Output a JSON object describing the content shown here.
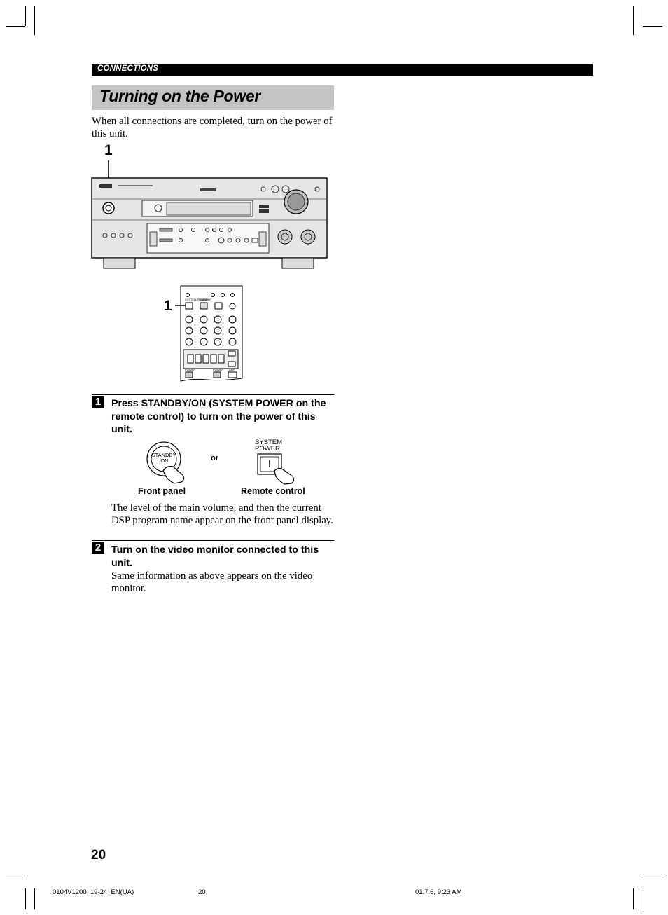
{
  "section_header": "CONNECTIONS",
  "title": "Turning on the Power",
  "intro": "When all connections are completed, turn on the power of this unit.",
  "callouts": {
    "front_panel": "1",
    "remote": "1"
  },
  "figure_labels": {
    "standby_on": "STANDBY /ON",
    "system_power": "SYSTEM POWER",
    "or": "or",
    "front_panel": "Front panel",
    "remote_control": "Remote control"
  },
  "remote_labels": {
    "system_power": "SYSTEM POWER",
    "standby": "STANDBY",
    "power": "POWER",
    "power2": "POWER",
    "amp": "AMP"
  },
  "steps": [
    {
      "number": "1",
      "title": "Press STANDBY/ON (SYSTEM POWER on the remote control) to turn on the power of this unit.",
      "body": "The level of the main volume, and then the current DSP program name appear on the front panel display."
    },
    {
      "number": "2",
      "title": "Turn on the video monitor connected to this unit.",
      "body": "Same information as above appears on the video monitor."
    }
  ],
  "page_number": "20",
  "footer": {
    "file": "0104V1200_19-24_EN(UA)",
    "page": "20",
    "date": "01.7.6, 9:23 AM"
  }
}
